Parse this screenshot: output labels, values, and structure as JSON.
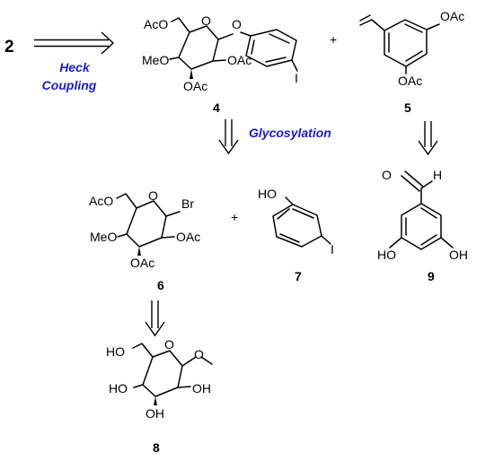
{
  "target_compound": "2",
  "steps": {
    "heck": {
      "line1": "Heck",
      "line2": "Coupling",
      "color": "#1a1adb"
    },
    "glycosylation": {
      "label": "Glycosylation",
      "color": "#1a1adb"
    }
  },
  "plus_sign": "+",
  "compounds": {
    "c4": {
      "number": "4",
      "acetoxymethyl": "AcO",
      "methoxy": "MeO",
      "oac_c2": "OAc",
      "oac_c3": "OAc",
      "iodo": "I"
    },
    "c5": {
      "number": "5",
      "oac_top": "OAc",
      "oac_bottom": "OAc"
    },
    "c6": {
      "number": "6",
      "acetoxymethyl": "AcO",
      "bromo": "Br",
      "methoxy": "MeO",
      "oac_c2": "OAc",
      "oac_c3": "OAc"
    },
    "c7": {
      "number": "7",
      "hydroxy": "HO",
      "iodo": "I"
    },
    "c8": {
      "number": "8",
      "hydroxymethyl": "HO",
      "oh_c4": "HO",
      "oh_c3": "OH",
      "oh_c2": "OH"
    },
    "c9": {
      "number": "9",
      "aldehyde_o": "O",
      "aldehyde_h": "H",
      "oh_left": "HO",
      "oh_right": "OH"
    }
  }
}
